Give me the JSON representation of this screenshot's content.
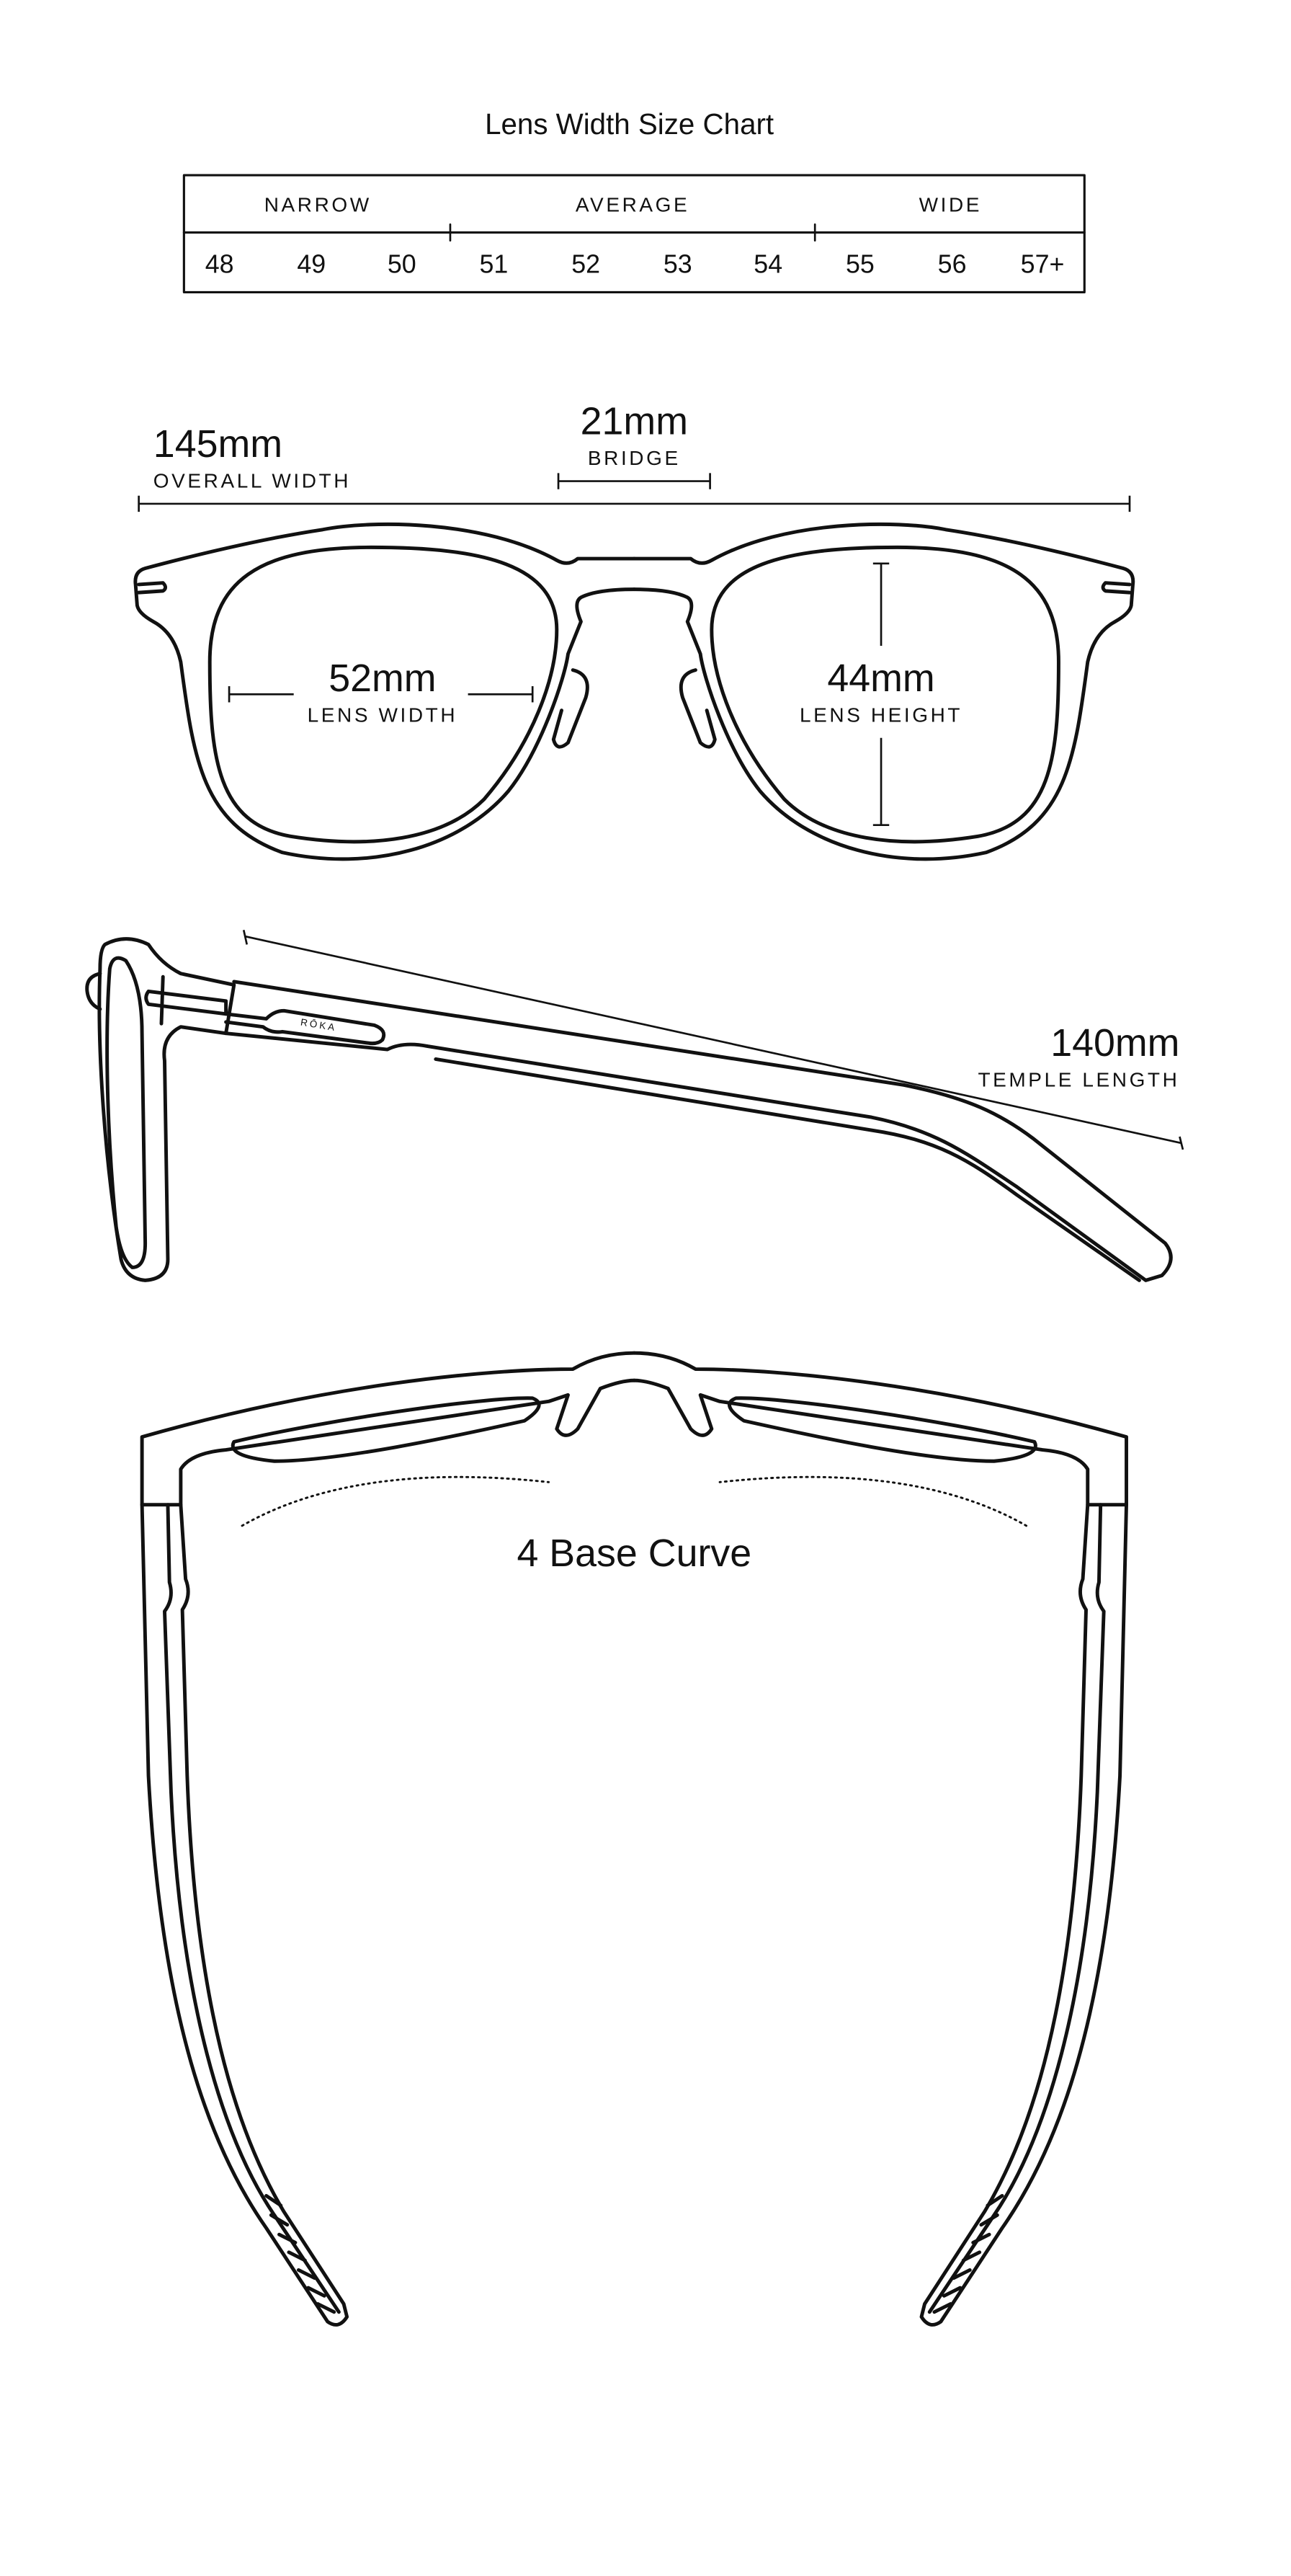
{
  "size_chart": {
    "title": "Lens Width Size Chart",
    "categories": [
      {
        "label": "NARROW",
        "sizes": [
          "48",
          "49",
          "50"
        ]
      },
      {
        "label": "AVERAGE",
        "sizes": [
          "51",
          "52",
          "53",
          "54"
        ]
      },
      {
        "label": "WIDE",
        "sizes": [
          "55",
          "56",
          "57+"
        ]
      }
    ],
    "sizes": [
      "48",
      "49",
      "50",
      "51",
      "52",
      "53",
      "54",
      "55",
      "56",
      "57+"
    ]
  },
  "front_view": {
    "overall_width": {
      "value": "145mm",
      "label": "OVERALL WIDTH"
    },
    "bridge": {
      "value": "21mm",
      "label": "BRIDGE"
    },
    "lens_width": {
      "value": "52mm",
      "label": "LENS WIDTH"
    },
    "lens_height": {
      "value": "44mm",
      "label": "LENS HEIGHT"
    }
  },
  "side_view": {
    "brand_logo": "RŌKA",
    "temple_length": {
      "value": "140mm",
      "label": "TEMPLE LENGTH"
    }
  },
  "top_view": {
    "base_curve": "4 Base Curve"
  }
}
